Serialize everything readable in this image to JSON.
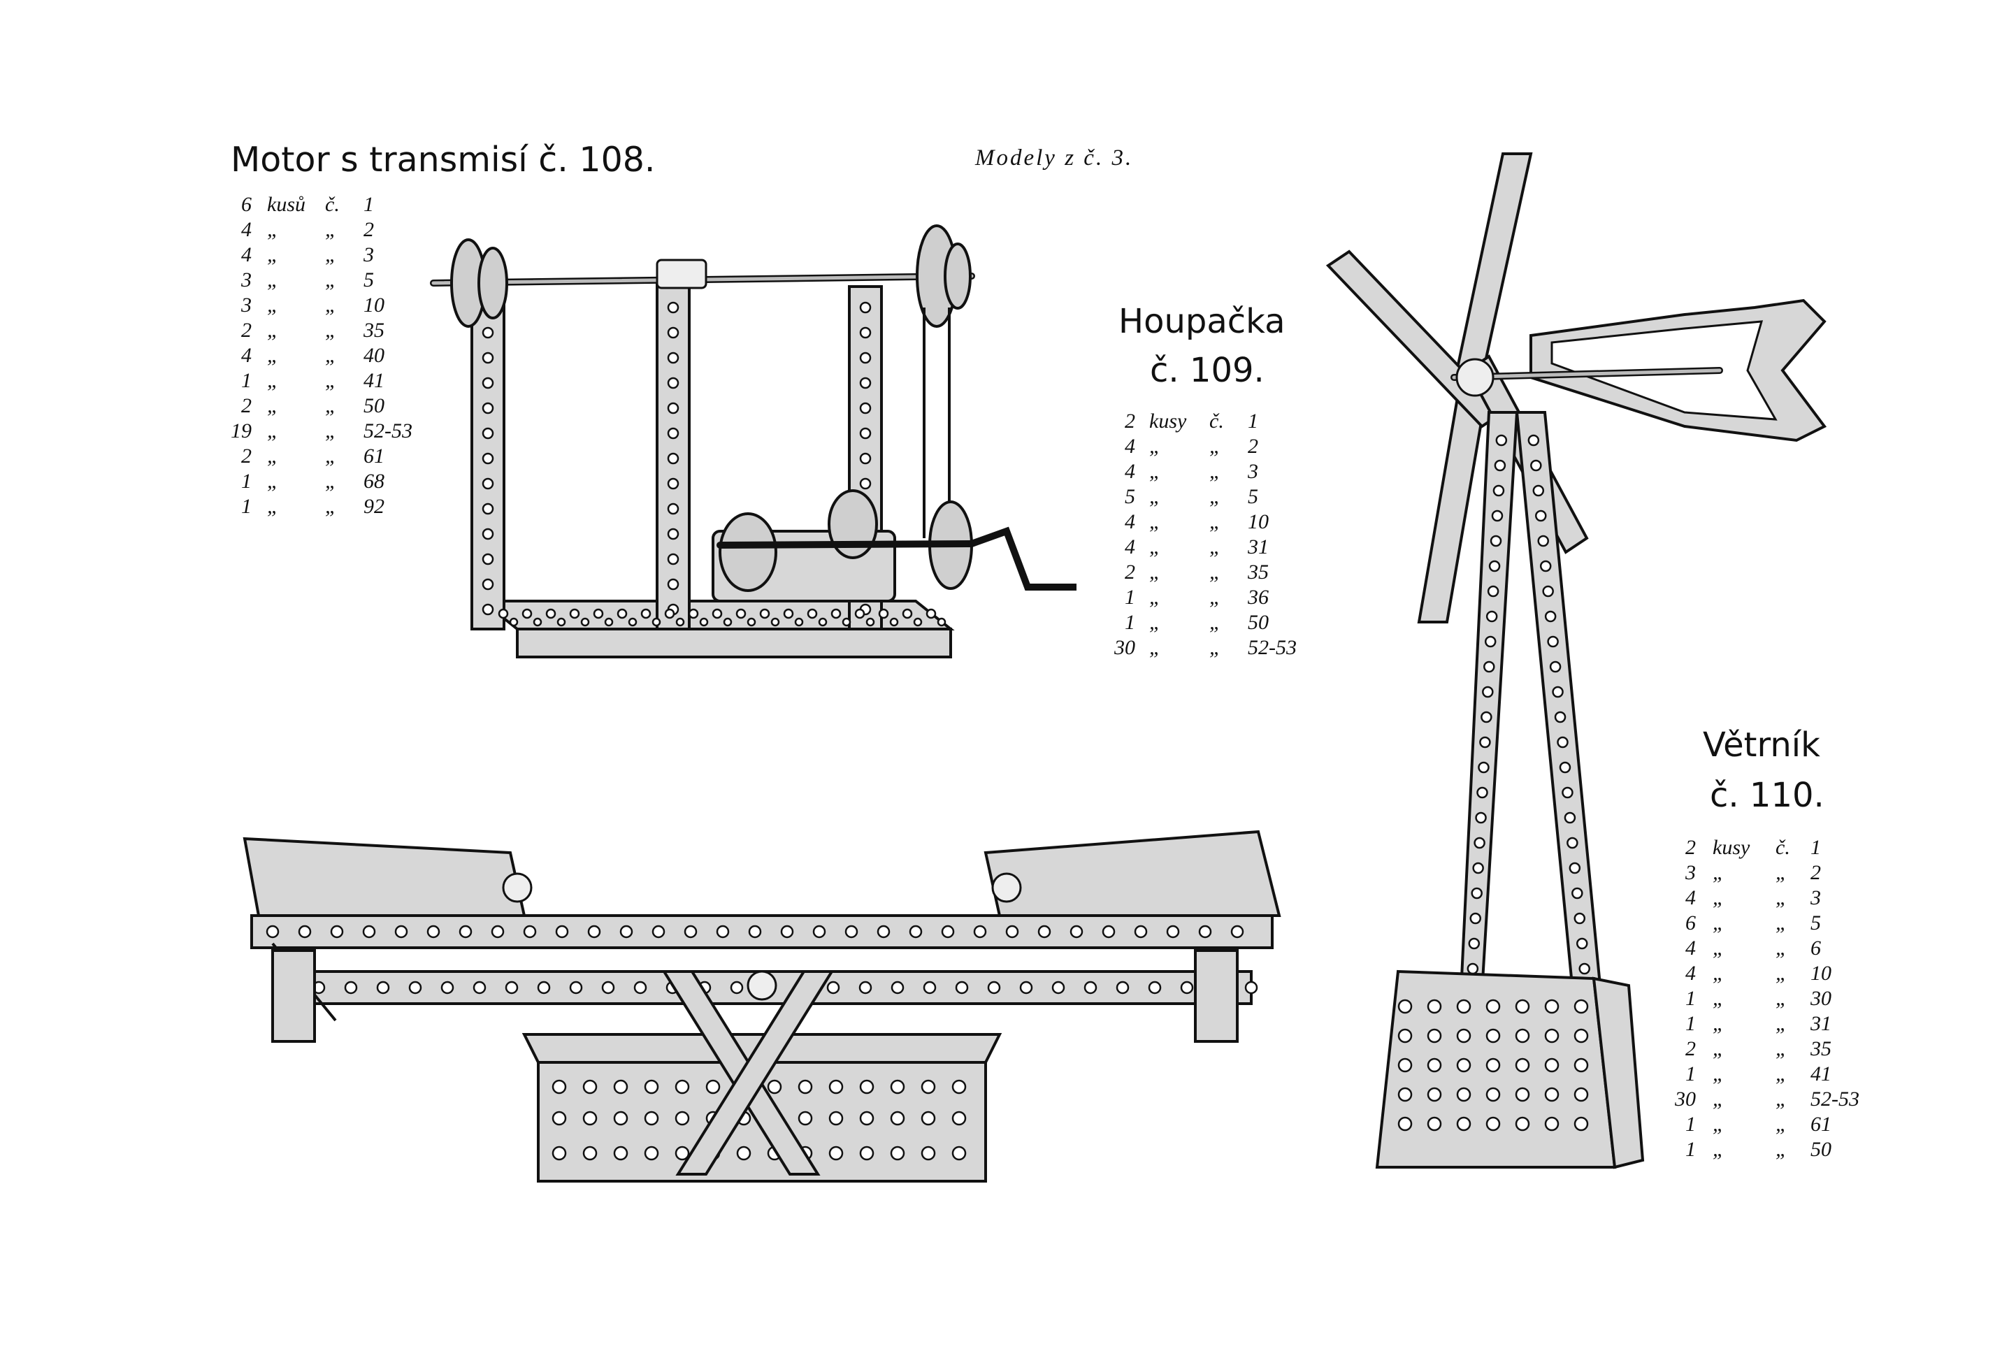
{
  "header_note": "Modely z č. 3.",
  "models": [
    {
      "title": "Motor s transmisí č. 108.",
      "parts": [
        {
          "qty": "6",
          "unit": "kusů",
          "mark": "č.",
          "no": "1"
        },
        {
          "qty": "4",
          "unit": "„",
          "mark": "„",
          "no": "2"
        },
        {
          "qty": "4",
          "unit": "„",
          "mark": "„",
          "no": "3"
        },
        {
          "qty": "3",
          "unit": "„",
          "mark": "„",
          "no": "5"
        },
        {
          "qty": "3",
          "unit": "„",
          "mark": "„",
          "no": "10"
        },
        {
          "qty": "2",
          "unit": "„",
          "mark": "„",
          "no": "35"
        },
        {
          "qty": "4",
          "unit": "„",
          "mark": "„",
          "no": "40"
        },
        {
          "qty": "1",
          "unit": "„",
          "mark": "„",
          "no": "41"
        },
        {
          "qty": "2",
          "unit": "„",
          "mark": "„",
          "no": "50"
        },
        {
          "qty": "19",
          "unit": "„",
          "mark": "„",
          "no": "52-53"
        },
        {
          "qty": "2",
          "unit": "„",
          "mark": "„",
          "no": "61"
        },
        {
          "qty": "1",
          "unit": "„",
          "mark": "„",
          "no": "68"
        },
        {
          "qty": "1",
          "unit": "„",
          "mark": "„",
          "no": "92"
        }
      ]
    },
    {
      "title_line1": "Houpačka",
      "title_line2": "č. 109.",
      "parts": [
        {
          "qty": "2",
          "unit": "kusy",
          "mark": "č.",
          "no": "1"
        },
        {
          "qty": "4",
          "unit": "„",
          "mark": "„",
          "no": "2"
        },
        {
          "qty": "4",
          "unit": "„",
          "mark": "„",
          "no": "3"
        },
        {
          "qty": "5",
          "unit": "„",
          "mark": "„",
          "no": "5"
        },
        {
          "qty": "4",
          "unit": "„",
          "mark": "„",
          "no": "10"
        },
        {
          "qty": "4",
          "unit": "„",
          "mark": "„",
          "no": "31"
        },
        {
          "qty": "2",
          "unit": "„",
          "mark": "„",
          "no": "35"
        },
        {
          "qty": "1",
          "unit": "„",
          "mark": "„",
          "no": "36"
        },
        {
          "qty": "1",
          "unit": "„",
          "mark": "„",
          "no": "50"
        },
        {
          "qty": "30",
          "unit": "„",
          "mark": "„",
          "no": "52-53"
        }
      ]
    },
    {
      "title_line1": "Větrník",
      "title_line2": "č. 110.",
      "parts": [
        {
          "qty": "2",
          "unit": "kusy",
          "mark": "č.",
          "no": "1"
        },
        {
          "qty": "3",
          "unit": "„",
          "mark": "„",
          "no": "2"
        },
        {
          "qty": "4",
          "unit": "„",
          "mark": "„",
          "no": "3"
        },
        {
          "qty": "6",
          "unit": "„",
          "mark": "„",
          "no": "5"
        },
        {
          "qty": "4",
          "unit": "„",
          "mark": "„",
          "no": "6"
        },
        {
          "qty": "4",
          "unit": "„",
          "mark": "„",
          "no": "10"
        },
        {
          "qty": "1",
          "unit": "„",
          "mark": "„",
          "no": "30"
        },
        {
          "qty": "1",
          "unit": "„",
          "mark": "„",
          "no": "31"
        },
        {
          "qty": "2",
          "unit": "„",
          "mark": "„",
          "no": "35"
        },
        {
          "qty": "1",
          "unit": "„",
          "mark": "„",
          "no": "41"
        },
        {
          "qty": "30",
          "unit": "„",
          "mark": "„",
          "no": "52-53"
        },
        {
          "qty": "1",
          "unit": "„",
          "mark": "„",
          "no": "61"
        },
        {
          "qty": "1",
          "unit": "„",
          "mark": "„",
          "no": "50"
        }
      ]
    }
  ]
}
